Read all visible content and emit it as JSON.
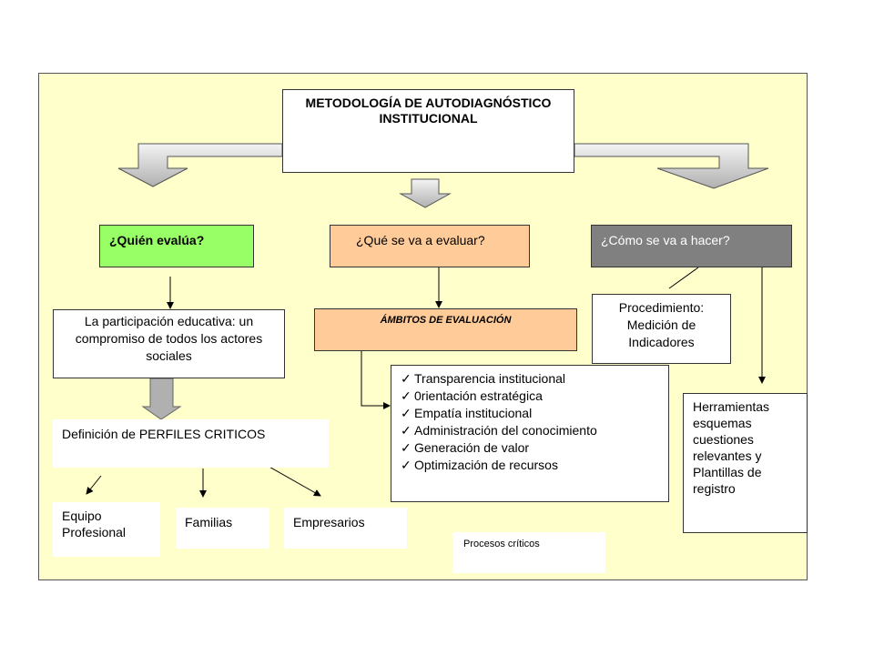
{
  "title": "METODOLOGÍA DE AUTODIAGNÓSTICO INSTITUCIONAL",
  "questions": {
    "who": "¿Quién evalúa?",
    "what": "¿Qué se va a evaluar?",
    "how": "¿Cómo se va a hacer?"
  },
  "participacion": "La participación educativa: un compromiso de todos los actores sociales",
  "ambitos_header": "ÁMBITOS DE EVALUACIÓN",
  "ambitos_items": [
    "Transparencia institucional",
    "0rientación estratégica",
    "Empatía institucional",
    "Administración del conocimiento",
    "Generación de valor",
    "Optimización de recursos"
  ],
  "procedimiento": "Procedimiento: Medición de Indicadores",
  "herramientas": "Herramientas esquemas cuestiones relevantes y Plantillas de registro",
  "perfiles": "Definición de PERFILES CRITICOS",
  "actores": {
    "equipo": "Equipo Profesional",
    "familias": "Familias",
    "empresarios": "Empresarios"
  },
  "procesos": "Procesos críticos",
  "colors": {
    "panel": "#ffffcc",
    "who": "#99ff66",
    "what": "#ffcc99",
    "how": "#808080",
    "arrow_fill": "#c0c0c0"
  }
}
